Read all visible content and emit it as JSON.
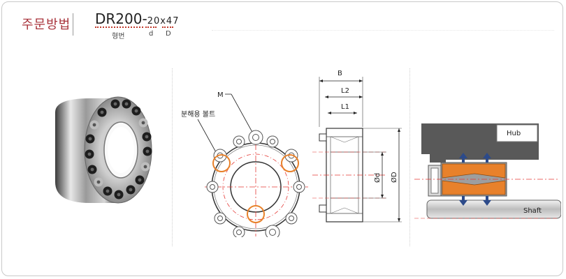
{
  "header": {
    "title": "주문방법",
    "model_main": "DR200-",
    "model_sub": "20x47",
    "label_model": "형번",
    "label_d": "d",
    "label_D": "D"
  },
  "front_view": {
    "label_M": "M",
    "label_removal_bolt": "분해용 볼트"
  },
  "section_view": {
    "label_B": "B",
    "label_L2": "L2",
    "label_L1": "L1",
    "label_d": "Ød",
    "label_D": "ØD"
  },
  "install_view": {
    "label_hub": "Hub",
    "label_shaft": "Shaft"
  },
  "colors": {
    "accent": "#a8323a",
    "orange": "#e8812b",
    "centerline": "#e53935",
    "arrow": "#2c4a8a"
  }
}
